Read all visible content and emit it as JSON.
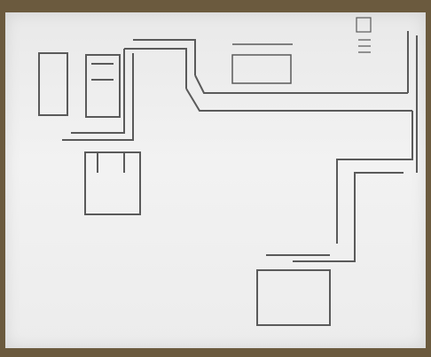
{
  "sketch": {
    "title_label": "",
    "labels": [
      {
        "id": "boiler-area",
        "text": ""
      },
      {
        "id": "room-upper-right",
        "text": ""
      },
      {
        "id": "corridor-label",
        "text": ""
      },
      {
        "id": "lower-left-room",
        "text": ""
      },
      {
        "id": "center-note",
        "text": ""
      },
      {
        "id": "lower-room",
        "text": ""
      },
      {
        "id": "lower-room-top-label",
        "text": ""
      }
    ]
  },
  "colors": {
    "background": "#6b5a3e",
    "paper": "#ececec",
    "ink": "#5d5d5d"
  }
}
